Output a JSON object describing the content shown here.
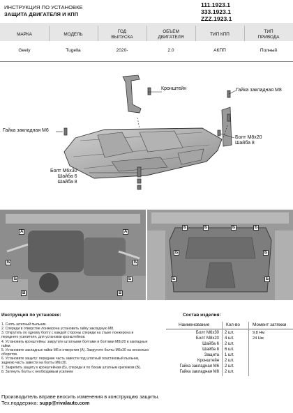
{
  "header": {
    "line1": "ИНСТРУКЦИЯ ПО УСТАНОВКЕ",
    "line2": "ЗАЩИТА ДВИГАТЕЛЯ И КПП",
    "codes": [
      "111.1923.1",
      "333.1923.1",
      "ZZZ.1923.1"
    ]
  },
  "spec_table": {
    "headers": [
      "МАРКА",
      "МОДЕЛЬ",
      "ГОД ВЫПУСКА",
      "ОБЪЕМ ДВИГАТЕЛЯ",
      "ТИП КПП",
      "ТИП ПРИВОДА"
    ],
    "header_lines": [
      [
        "МАРКА"
      ],
      [
        "МОДЕЛЬ"
      ],
      [
        "ГОД",
        "ВЫПУСКА"
      ],
      [
        "ОБЪЕМ",
        "ДВИГАТЕЛЯ"
      ],
      [
        "ТИП КПП"
      ],
      [
        "ТИП",
        "ПРИВОДА"
      ]
    ],
    "values": [
      "Geely",
      "Tugella",
      "2020-",
      "2.0",
      "АКПП",
      "Полный"
    ]
  },
  "diagram_labels": {
    "bracket": "Кронштейн",
    "nut_m8": "Гайка закладная М8",
    "nut_m6": "Гайка закладная М6",
    "bolt_m8": [
      "Болт М8х20",
      "Шайба 8"
    ],
    "bolt_m6": [
      "Болт М6х30",
      "Шайба 6",
      "Шайба 8"
    ]
  },
  "photo_markers": {
    "left": [
      "А",
      "А",
      "Б",
      "Б",
      "Б",
      "Б",
      "В",
      "В"
    ],
    "right": [
      "Б",
      "Б",
      "Б",
      "Б",
      "Б",
      "Б",
      "Б",
      "Б"
    ]
  },
  "instructions": {
    "title": "Инструкция по установке:",
    "steps": [
      "1. Снять штатный пыльник.",
      "2. Спереди в отверстие лонжерона установить гайку закладную М8.",
      "3. Открутить по одному болту с каждой стороны спереди на стыке лонжерона и",
      "переднего усилителя, для установки кронштейнов.",
      "4. Установить кронштейны: закрутите штатными болтами и болтами М8х20 в закладные",
      "гайки.",
      "5. Установите закладные гайки М6 в отверстия (А). Закрутите болты М6х30 на несколько",
      "оборотов.",
      "6. Установите защиту: передние часть завести под штатный пластиковый пыльник,",
      "заднюю часть завести на болты М6х30.",
      "7. Закрепить защиту к кронштейнам (Б), спереди и по бокам штатным крепежом (В).",
      "8. Затянуть болты с необходимым усилием"
    ]
  },
  "parts": {
    "title": "Состав изделия:",
    "col_name": "Наименование",
    "col_qty": "Кол-во",
    "col_torque": "Момент затяжки",
    "rows": [
      {
        "name": "Болт М6х30",
        "qty": "2 шт.",
        "torque": "9,8 Нм"
      },
      {
        "name": "Болт М8х20",
        "qty": "4 шт.",
        "torque": "24 Нм"
      },
      {
        "name": "Шайба 6",
        "qty": "2 шт.",
        "torque": ""
      },
      {
        "name": "Шайба 8",
        "qty": "6 шт.",
        "torque": ""
      },
      {
        "name": "Защита",
        "qty": "1 шт.",
        "torque": ""
      },
      {
        "name": "Кронштейн",
        "qty": "2 шт.",
        "torque": ""
      },
      {
        "name": "Гайка закладная М6",
        "qty": "2 шт.",
        "torque": ""
      },
      {
        "name": "Гайка закладная М8",
        "qty": "2 шт.",
        "torque": ""
      }
    ]
  },
  "footer": {
    "line1": "Производитель вправе вносить изменения в конструкцию защиты.",
    "support_label": "Тех.поддержка:",
    "support_email": "supp@rivalauto.com"
  }
}
